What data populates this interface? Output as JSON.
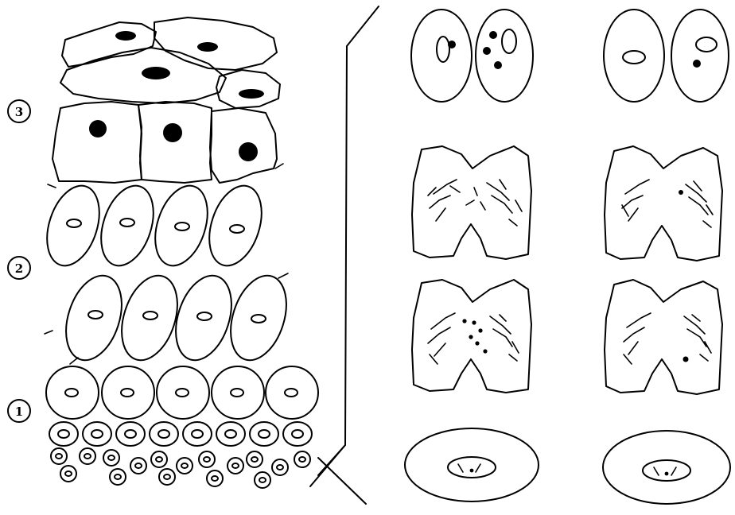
{
  "layer_labels": {
    "layer_3": "3",
    "layer_2": "2",
    "layer_1": "1"
  }
}
